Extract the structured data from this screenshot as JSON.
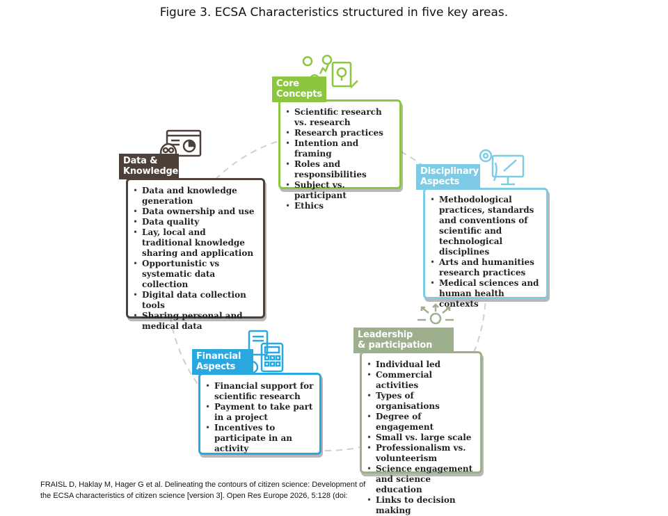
{
  "title": "Figure 3. ECSA Characteristics structured in five key areas.",
  "colors": {
    "core": "#8cc63f",
    "disciplinary": "#7ecbe6",
    "leadership": "#9eaf8e",
    "financial": "#29a8e0",
    "data": "#4d4038"
  },
  "areas": {
    "core": {
      "label_line1": "Core",
      "label_line2": "Concepts",
      "items": [
        "Scientific research vs. research",
        "Research practices",
        "Intention and framing",
        "Roles and responsibilities",
        "Subject vs. participant",
        "Ethics"
      ]
    },
    "disciplinary": {
      "label_line1": "Disciplinary",
      "label_line2": "Aspects",
      "items": [
        "Methodological practices, standards and conventions of scientific and technological disciplines",
        "Arts and humanities research practices",
        "Medical sciences and human health contexts"
      ]
    },
    "leadership": {
      "label_line1": "Leadership",
      "label_line2": "& participation",
      "items": [
        "Individual led",
        "Commercial activities",
        "Types of organisations",
        "Degree of engagement",
        "Small vs. large scale",
        "Professionalism vs. volunteerism",
        "Science engagement and science education",
        "Links to decision making"
      ]
    },
    "financial": {
      "label_line1": "Financial",
      "label_line2": "Aspects",
      "items": [
        "Financial support for scientific research",
        "Payment to take part in a project",
        "Incentives to participate in an activity"
      ]
    },
    "data": {
      "label_line1": "Data &",
      "label_line2": "Knowledge",
      "items": [
        "Data and knowledge generation",
        "Data ownership and use",
        "Data quality",
        "Lay, local and traditional knowledge sharing and application",
        "Opportunistic vs systematic data collection",
        "Digital data collection tools",
        "Sharing personal and medical data"
      ]
    }
  },
  "citation_line1": "FRAISL D, Haklay M, Hager G et al. Delineating the contours of citizen science: Development of",
  "citation_line2": "the ECSA characteristics of citizen science [version 3]. Open Res Europe 2026, 5:128 (doi:"
}
